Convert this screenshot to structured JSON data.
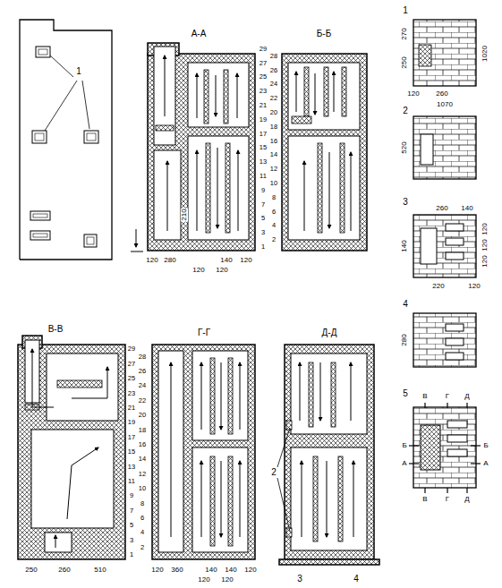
{
  "diagram": {
    "labels": [
      "1",
      "А-А",
      "Б-Б",
      "В-В",
      "Г-Г",
      "Д-Д",
      "1",
      "2",
      "3",
      "4",
      "5",
      "6",
      "7",
      "8",
      "9",
      "10",
      "11",
      "12",
      "13",
      "14",
      "15",
      "16",
      "17",
      "18",
      "19",
      "20",
      "21",
      "22",
      "23",
      "24",
      "25",
      "26",
      "27",
      "28",
      "29",
      "1",
      "2",
      "3",
      "4",
      "5",
      "6",
      "7",
      "8",
      "9",
      "10",
      "11",
      "12",
      "13",
      "14",
      "15",
      "16",
      "17",
      "18",
      "19",
      "20",
      "21",
      "22",
      "23",
      "24",
      "25",
      "26",
      "27",
      "28",
      "29",
      "120",
      "280",
      "140",
      "120",
      "120",
      "120",
      "210",
      "250",
      "260",
      "510",
      "120",
      "360",
      "140",
      "140",
      "120",
      "120",
      "120",
      "2",
      "3",
      "4",
      "1",
      "270",
      "250",
      "1020",
      "120",
      "260",
      "1070",
      "2",
      "520",
      "3",
      "260",
      "140",
      "120",
      "120",
      "120",
      "140",
      "220",
      "120",
      "4",
      "280",
      "5",
      "В",
      "Г",
      "Д",
      "Б",
      "Б",
      "А",
      "А",
      "В",
      "Г",
      "Д"
    ]
  }
}
